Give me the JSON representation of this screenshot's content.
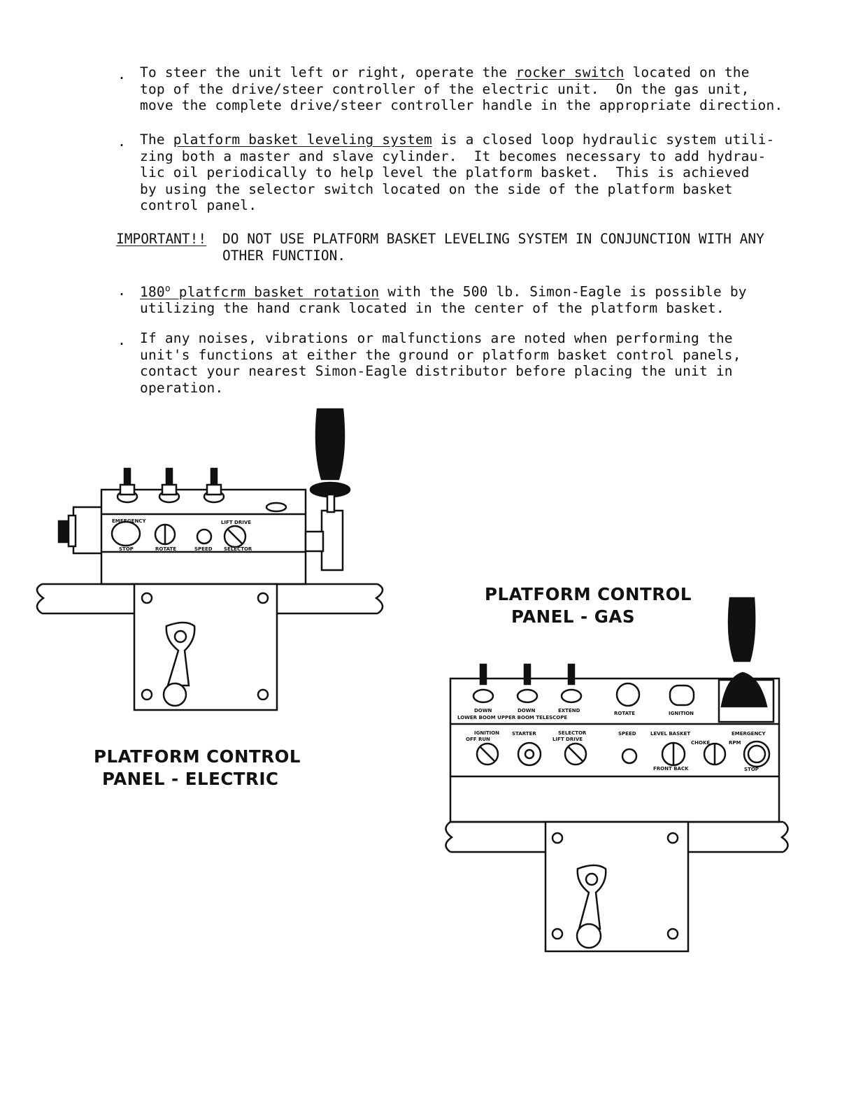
{
  "bullets": [
    {
      "pre": "To steer the unit left or right, operate the ",
      "link": "rocker switch",
      "post": " located on the\ntop of the drive/steer controller of the electric unit.  On the gas unit,\nmove the complete drive/steer controller handle in the appropriate direction."
    },
    {
      "pre": "The ",
      "link": "platform basket leveling system",
      "post": " is a closed loop hydraulic system utili-\nzing both a master and slave cylinder.  It becomes necessary to add hydrau-\nlic oil periodically to help level the platform basket.  This is achieved\nby using the selector switch located on the side of the platform basket\ncontrol panel."
    },
    {
      "pre": "",
      "link_a": "180",
      "link_sup": "o",
      "link_b": " platfcrm basket rotation",
      "post": " with the 500 lb. Simon-Eagle is possible by\nutilizing the hand crank located in the center of the platform basket."
    },
    {
      "text": "If any noises, vibrations or malfunctions are noted when performing the\nunit's functions at either the ground or platform basket control panels,\ncontact your nearest Simon-Eagle distributor before placing the unit in\noperation."
    }
  ],
  "important": {
    "label": "IMPORTANT!!",
    "text": "DO NOT USE PLATFORM BASKET LEVELING SYSTEM IN CONJUNCTION WITH ANY\nOTHER FUNCTION."
  },
  "electric_panel": {
    "caption_line1": "PLATFORM CONTROL",
    "caption_line2": "PANEL - ELECTRIC",
    "labels": {
      "emergency": "EMERGENCY",
      "stop": "STOP",
      "rotate": "ROTATE",
      "speed": "SPEED",
      "lift_drive": "LIFT  DRIVE",
      "selector": "SELECTOR"
    }
  },
  "gas_panel": {
    "caption_line1": "PLATFORM CONTROL",
    "caption_line2": "PANEL - GAS",
    "labels": {
      "down1": "DOWN",
      "down2": "DOWN",
      "extend": "EXTEND",
      "row1": "LOWER BOOM UPPER BOOM TELESCOPE",
      "rotate": "ROTATE",
      "ignition_top": "IGNITION",
      "ignition": "IGNITION",
      "off_run": "OFF  RUN",
      "starter": "STARTER",
      "selector": "SELECTOR",
      "lift_drive": "LIFT  DRIVE",
      "speed": "SPEED",
      "level_basket": "LEVEL BASKET",
      "choke": "CHOKE",
      "rpm": "RPM",
      "emergency": "EMERGENCY",
      "front_back": "FRONT  BACK",
      "stop": "STOP"
    }
  }
}
